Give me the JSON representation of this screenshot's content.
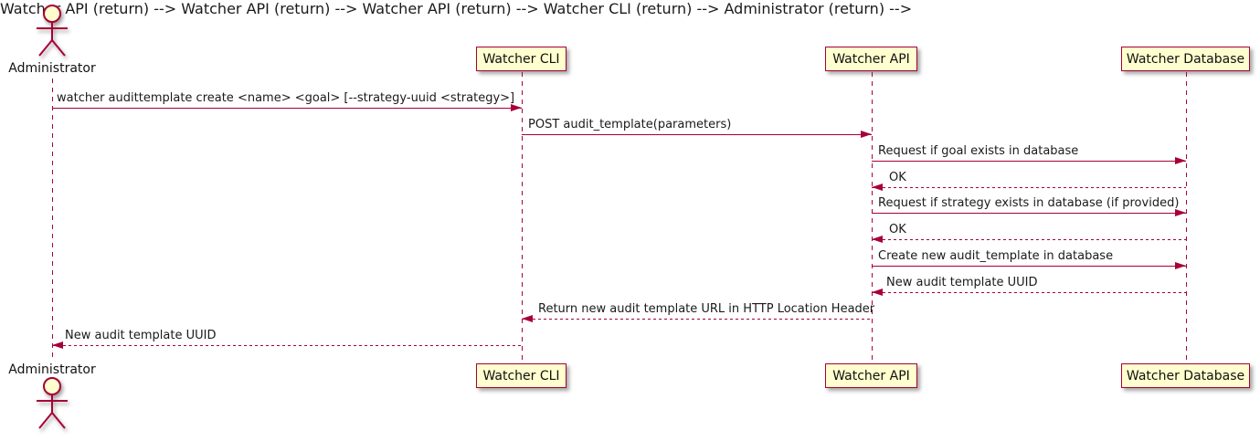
{
  "diagram": {
    "kind": "sequence-diagram",
    "background_color": "#FFFFFF",
    "stroke_color": "#A80036",
    "participant_fill_color": "#FEFECE",
    "text_color": "#1A1A1A"
  },
  "participants": [
    {
      "name": "Administrator",
      "kind": "actor"
    },
    {
      "name": "Watcher CLI",
      "kind": "participant"
    },
    {
      "name": "Watcher API",
      "kind": "participant"
    },
    {
      "name": "Watcher Database",
      "kind": "participant"
    }
  ],
  "messages": [
    {
      "from": "Administrator",
      "to": "Watcher CLI",
      "style": "solid",
      "direction": "right",
      "label": "watcher audittemplate create <name> <goal> [--strategy-uuid <strategy>]"
    },
    {
      "from": "Watcher CLI",
      "to": "Watcher API",
      "style": "solid",
      "direction": "right",
      "label": "POST audit_template(parameters)"
    },
    {
      "from": "Watcher API",
      "to": "Watcher Database",
      "style": "solid",
      "direction": "right",
      "label": "Request if goal exists in database"
    },
    {
      "from": "Watcher Database",
      "to": "Watcher API",
      "style": "dotted",
      "direction": "left",
      "label": "OK"
    },
    {
      "from": "Watcher API",
      "to": "Watcher Database",
      "style": "solid",
      "direction": "right",
      "label": "Request if strategy exists in database (if provided)"
    },
    {
      "from": "Watcher Database",
      "to": "Watcher API",
      "style": "dotted",
      "direction": "left",
      "label": "OK"
    },
    {
      "from": "Watcher API",
      "to": "Watcher Database",
      "style": "solid",
      "direction": "right",
      "label": "Create new audit_template in database"
    },
    {
      "from": "Watcher Database",
      "to": "Watcher API",
      "style": "dotted",
      "direction": "left",
      "label": "New audit template UUID"
    },
    {
      "from": "Watcher API",
      "to": "Watcher CLI",
      "style": "dotted",
      "direction": "left",
      "label": "Return new audit template URL in HTTP Location Header"
    },
    {
      "from": "Watcher CLI",
      "to": "Administrator",
      "style": "dotted",
      "direction": "left",
      "label": "New audit template UUID"
    }
  ]
}
